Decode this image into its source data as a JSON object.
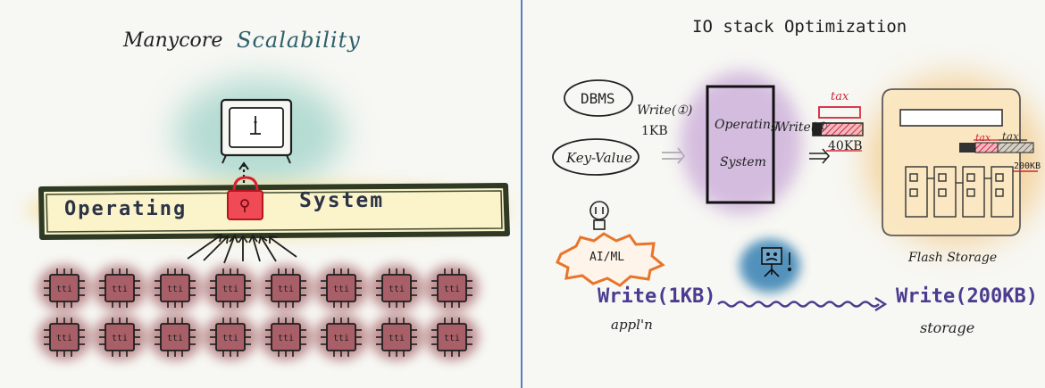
{
  "left_panel": {
    "title_part1": "Manycore",
    "title_part2": "Scalability",
    "bar_label_left": "Operating",
    "bar_label_right": "System",
    "chip_label": "tti",
    "chip_rows": 2,
    "chip_cols": 8
  },
  "right_panel": {
    "title": "IO stack Optimization",
    "dbms_label": "DBMS",
    "kv_label": "Key-Value",
    "app_write_label": "Write(①)",
    "app_write_size": "1KB",
    "os_label_line1": "Operating",
    "os_label_line2": "System",
    "os_write_label": "Write(①",
    "tax_label": "tax",
    "os_write_size": "40KB",
    "storage_tax_1": "tax",
    "storage_tax_2": "tax",
    "storage_write_size": "200KB",
    "aiml_label": "AI/ML",
    "flash_label": "Flash Storage",
    "bottom_write_left": "Write(1KB)",
    "bottom_write_right": "Write(200KB)",
    "bottom_label_left": "appl'n",
    "bottom_label_right": "storage"
  },
  "colors": {
    "teal_glow": "#9fd3c8",
    "yellow_glow": "#f3dc85",
    "bar_fill": "#fbf3c9",
    "bar_border": "#3e4a2f",
    "chip_glow": "#8f3a43",
    "chip_fill": "#a95f68",
    "lock_red": "#d8202f",
    "purple_glow": "#c9a9d8",
    "orange": "#e8752b",
    "tax_red": "#d0263d",
    "blue_glow": "#3f86b6",
    "write_purple": "#4b3c8f"
  }
}
